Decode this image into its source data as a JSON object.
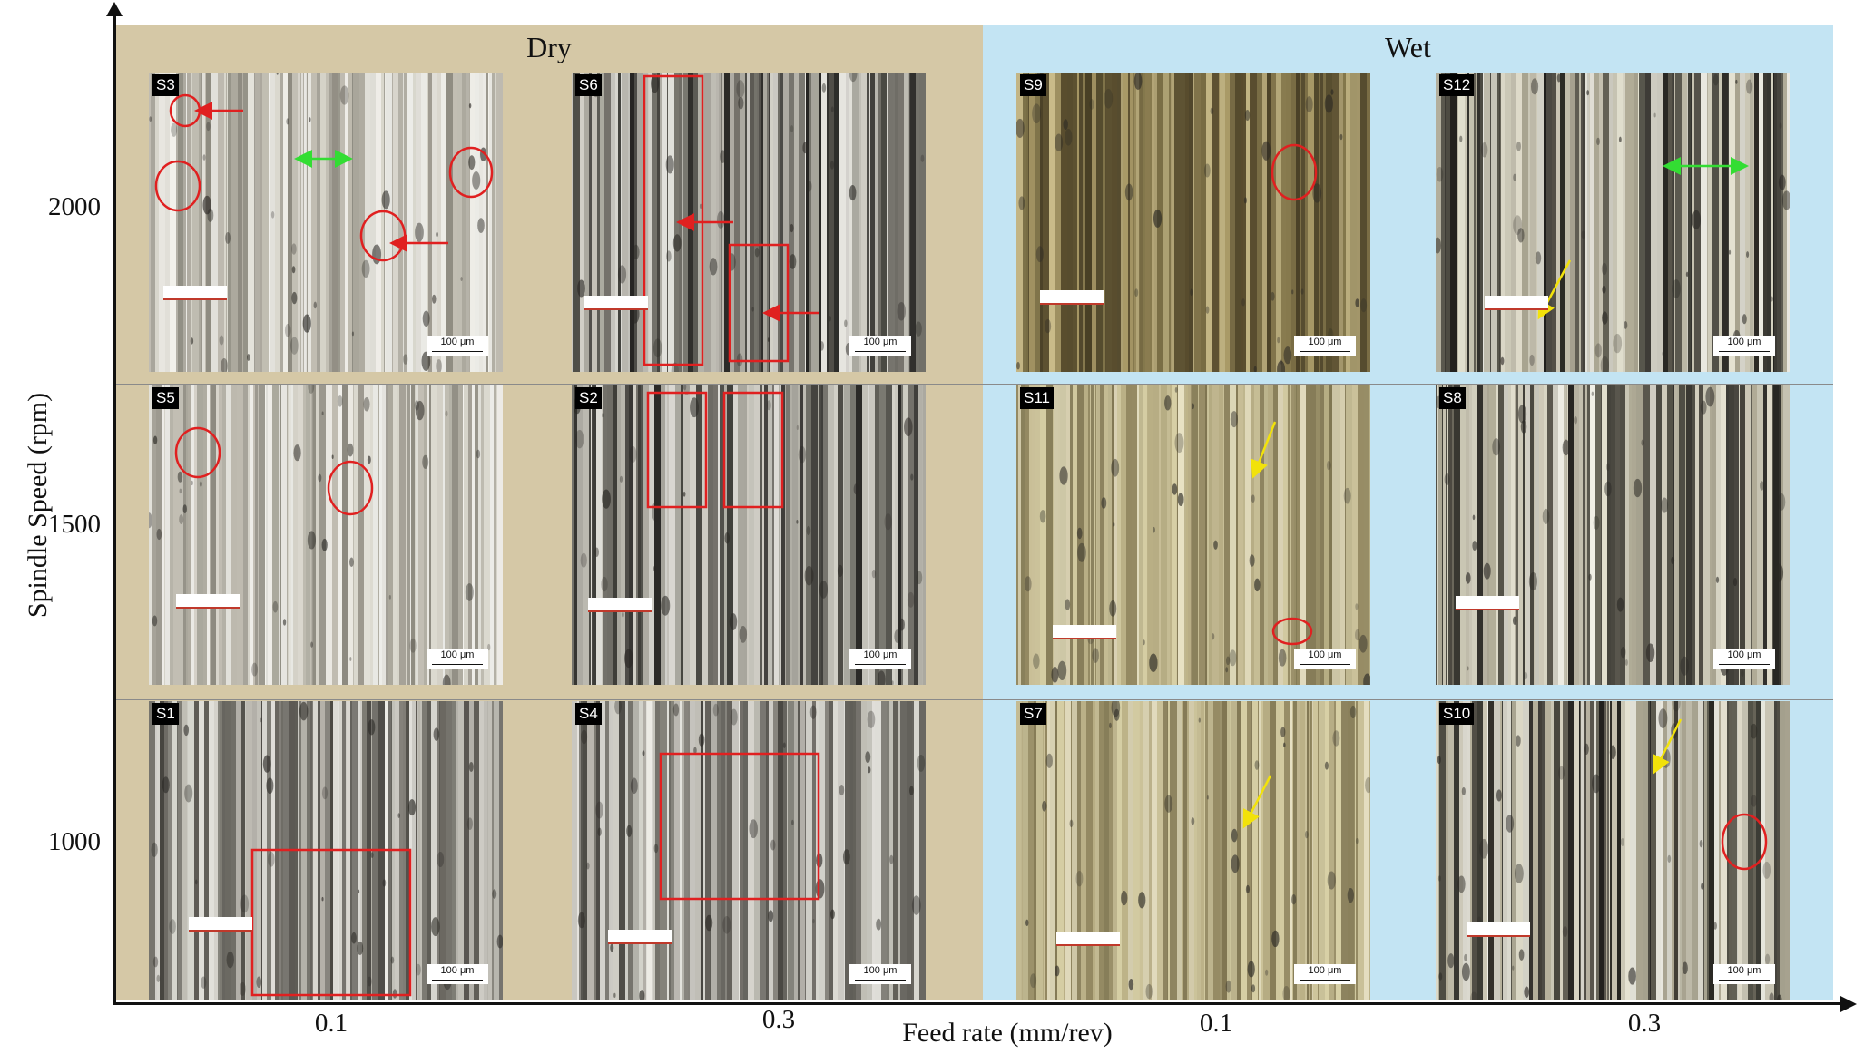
{
  "conditions": {
    "dry": "Dry",
    "wet": "Wet"
  },
  "axes": {
    "y_label": "Spindle Speed (rpm)",
    "x_label": "Feed rate (mm/rev)",
    "y_ticks": [
      "2000",
      "1500",
      "1000"
    ],
    "x_ticks": [
      "0.1",
      "0.3",
      "0.1",
      "0.3"
    ]
  },
  "colors": {
    "dry_bg": "#d5c8a6",
    "wet_bg": "#c3e4f3",
    "annotation_red": "#e02020",
    "annotation_green": "#33dd33",
    "annotation_yellow": "#f2e20a"
  },
  "scale_bar": "100 μm",
  "micrographs": [
    {
      "id": "S3",
      "condition": "Dry",
      "speed": "2000",
      "feed": "0.1",
      "tone": "light",
      "marks": [
        "red-circle",
        "red-circle",
        "red-circle",
        "red-circle",
        "red-arrow",
        "red-arrow",
        "green-double-arrow"
      ]
    },
    {
      "id": "S6",
      "condition": "Dry",
      "speed": "2000",
      "feed": "0.3",
      "tone": "dark",
      "marks": [
        "red-rectangle",
        "red-rectangle",
        "red-arrow",
        "red-arrow"
      ]
    },
    {
      "id": "S9",
      "condition": "Wet",
      "speed": "2000",
      "feed": "0.1",
      "tone": "brown",
      "marks": [
        "red-circle"
      ]
    },
    {
      "id": "S12",
      "condition": "Wet",
      "speed": "2000",
      "feed": "0.3",
      "tone": "banded",
      "marks": [
        "green-double-arrow",
        "yellow-arrow"
      ]
    },
    {
      "id": "S5",
      "condition": "Dry",
      "speed": "1500",
      "feed": "0.1",
      "tone": "light",
      "marks": [
        "red-circle",
        "red-circle"
      ]
    },
    {
      "id": "S2",
      "condition": "Dry",
      "speed": "1500",
      "feed": "0.3",
      "tone": "dark",
      "marks": [
        "red-rectangle",
        "red-rectangle"
      ]
    },
    {
      "id": "S11",
      "condition": "Wet",
      "speed": "1500",
      "feed": "0.1",
      "tone": "golden",
      "marks": [
        "yellow-arrow",
        "red-circle"
      ]
    },
    {
      "id": "S8",
      "condition": "Wet",
      "speed": "1500",
      "feed": "0.3",
      "tone": "banded",
      "marks": []
    },
    {
      "id": "S1",
      "condition": "Dry",
      "speed": "1000",
      "feed": "0.1",
      "tone": "gray",
      "marks": [
        "red-rectangle"
      ]
    },
    {
      "id": "S4",
      "condition": "Dry",
      "speed": "1000",
      "feed": "0.3",
      "tone": "gray",
      "marks": [
        "red-rectangle"
      ]
    },
    {
      "id": "S7",
      "condition": "Wet",
      "speed": "1000",
      "feed": "0.1",
      "tone": "golden",
      "marks": [
        "yellow-arrow"
      ]
    },
    {
      "id": "S10",
      "condition": "Wet",
      "speed": "1000",
      "feed": "0.3",
      "tone": "banded",
      "marks": [
        "yellow-arrow",
        "red-circle"
      ]
    }
  ]
}
